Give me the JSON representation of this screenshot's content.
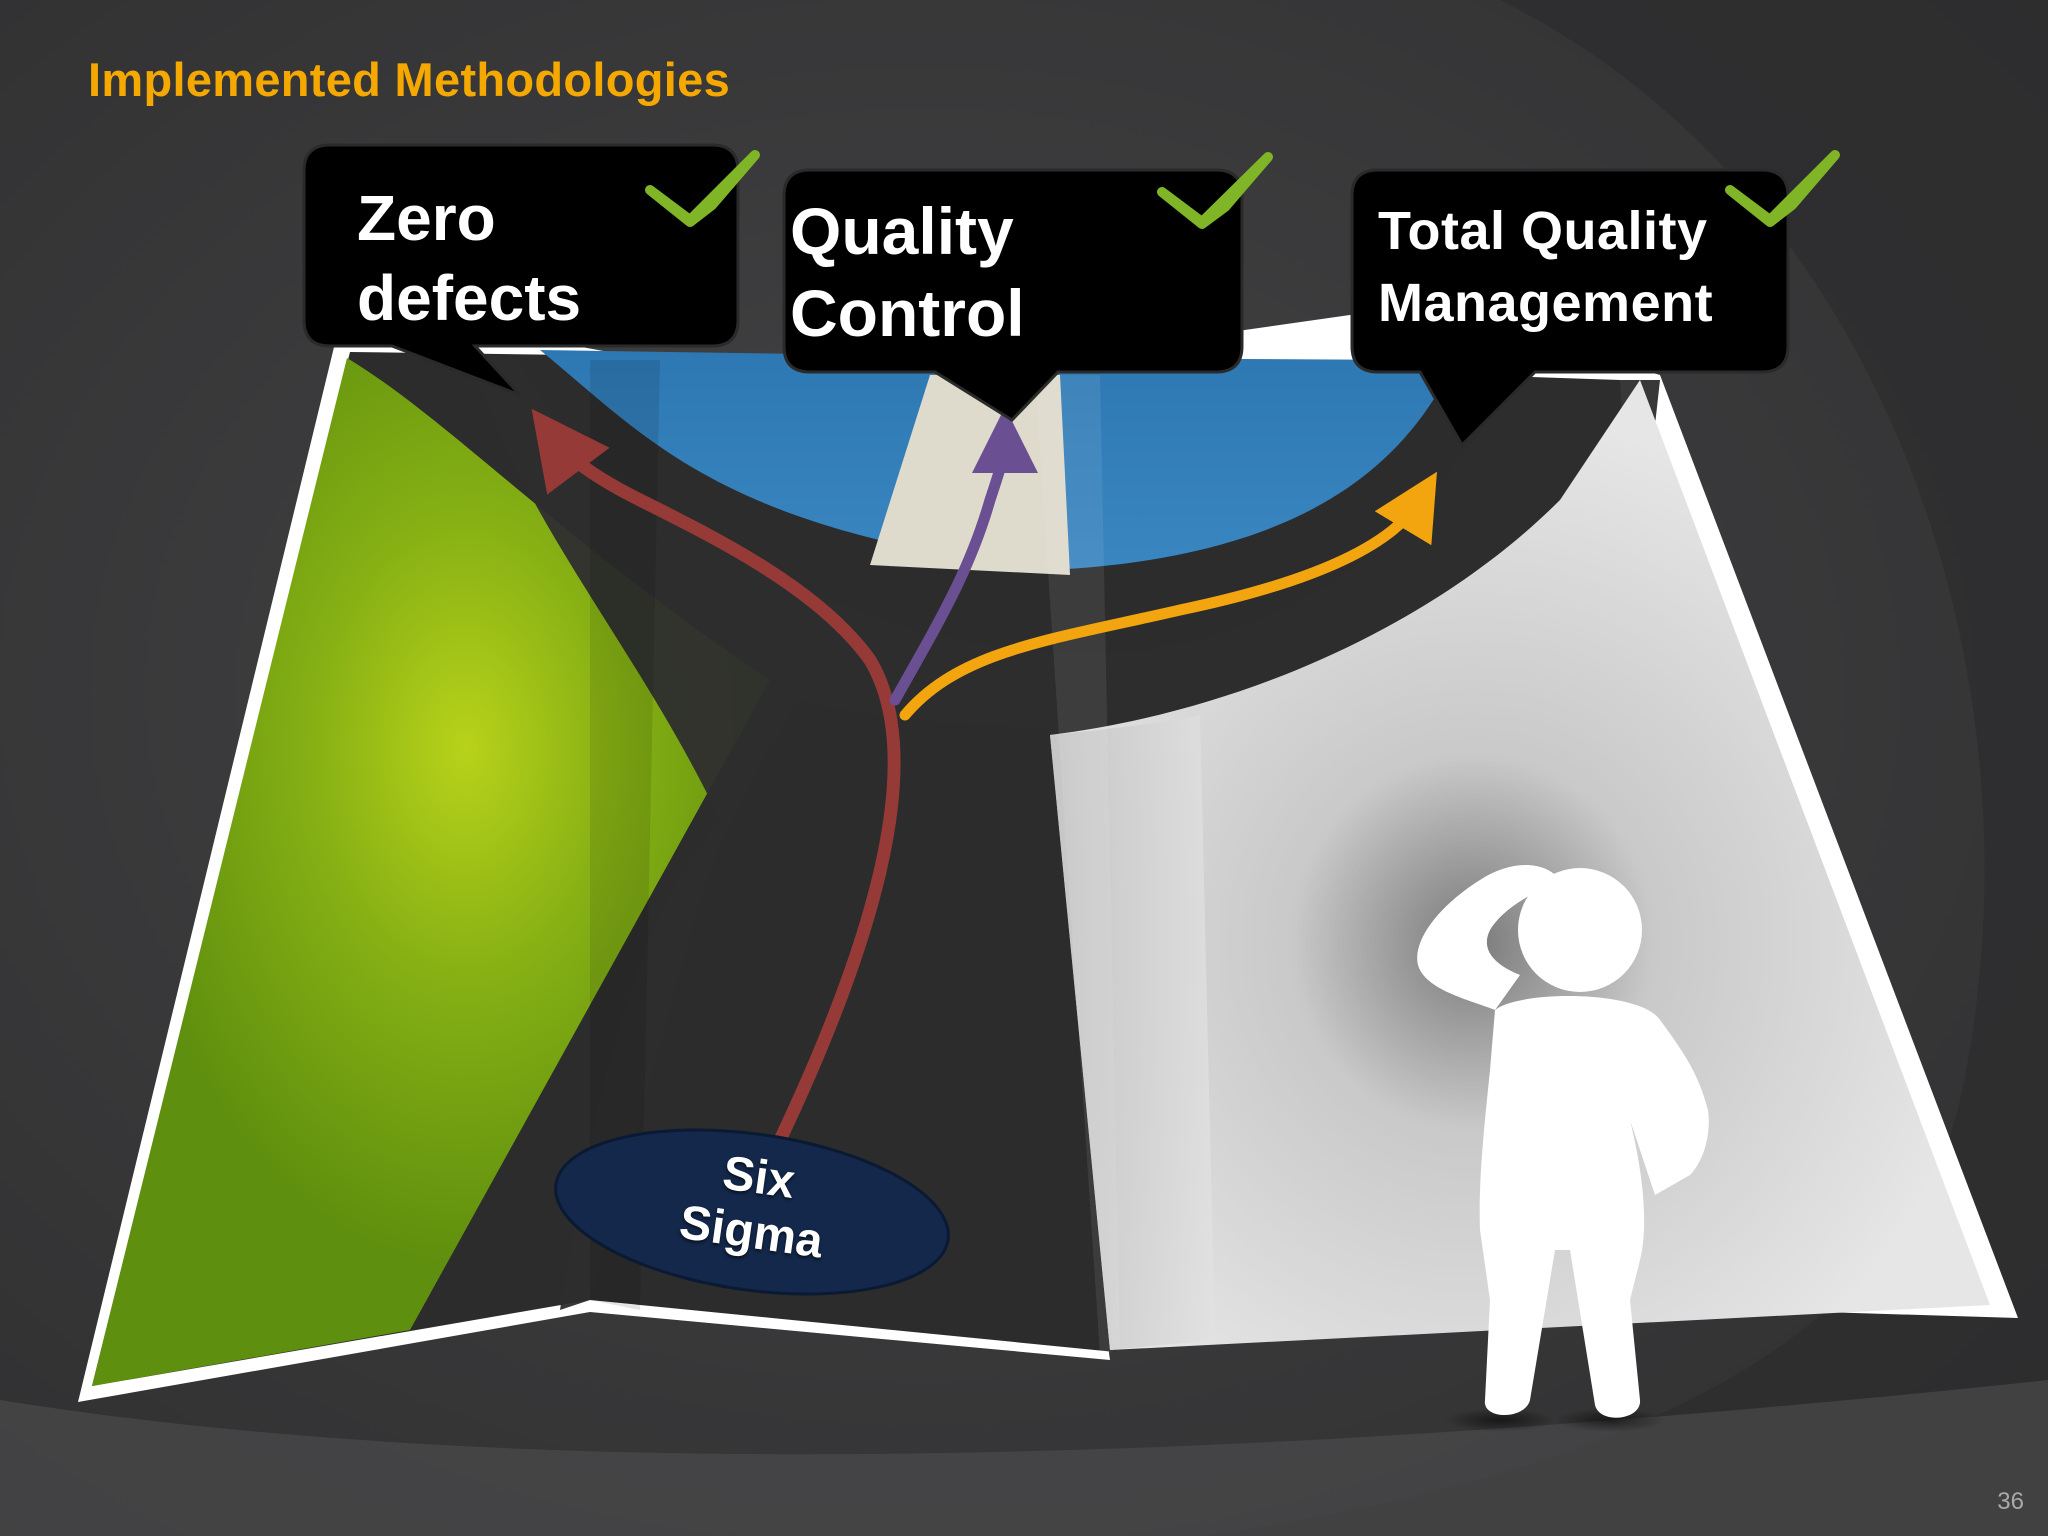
{
  "slide": {
    "title": "Implemented Methodologies",
    "page_number": "36"
  },
  "callouts": {
    "zero_defects": {
      "line1": "Zero",
      "line2": "defects",
      "checked": true
    },
    "quality_control": {
      "line1": "Quality",
      "line2": "Control",
      "checked": true
    },
    "total_quality_management": {
      "line1": "Total Quality",
      "line2": "Management",
      "checked": true
    }
  },
  "origin": {
    "line1": "Six",
    "line2": "Sigma"
  },
  "colors": {
    "title": "#f5a800",
    "path_zero_defects": "#963a37",
    "path_quality_control": "#6a4f92",
    "path_total_quality_management": "#f3a50f",
    "checkmark": "#6c9e1c",
    "origin_ellipse": "#13284a"
  },
  "icons": [
    "checkmark-icon",
    "person-thinking-icon",
    "map-icon"
  ]
}
